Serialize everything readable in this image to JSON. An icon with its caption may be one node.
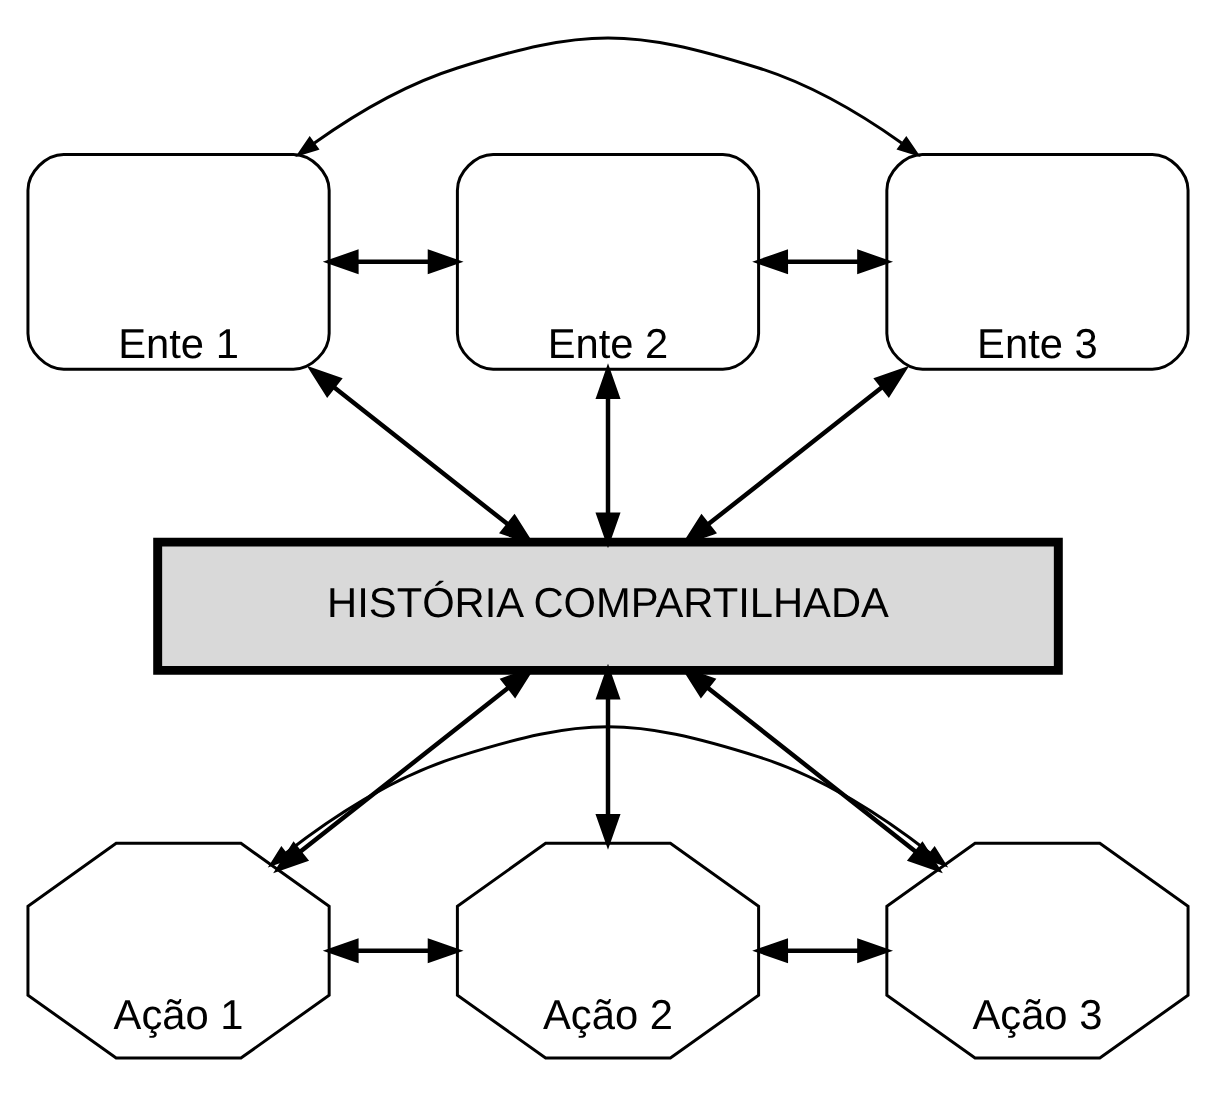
{
  "diagram": {
    "nodes": [
      {
        "text": [
          "Ente 1"
        ]
      },
      {
        "text": [
          "Ente 2"
        ]
      },
      {
        "text": [
          "Ente 3"
        ]
      },
      {
        "text": [
          "HISTÓRIA COMPARTILHADA"
        ]
      },
      {
        "text": [
          "Ação 1"
        ]
      },
      {
        "text": [
          "Ação 2"
        ]
      },
      {
        "text": [
          "Ação 3"
        ]
      }
    ],
    "edges": [
      {
        "from": 0,
        "to": 1,
        "arrow": "both"
      },
      {
        "from": 1,
        "to": 2,
        "arrow": "both"
      },
      {
        "from": 0,
        "to": 2,
        "arrow": "both"
      },
      {
        "from": 0,
        "to": 3,
        "arrow": "both"
      },
      {
        "from": 1,
        "to": 3,
        "arrow": "both"
      },
      {
        "from": 2,
        "to": 3,
        "arrow": "both"
      },
      {
        "from": 3,
        "to": 4,
        "arrow": "both"
      },
      {
        "from": 3,
        "to": 5,
        "arrow": "both"
      },
      {
        "from": 3,
        "to": 6,
        "arrow": "both"
      },
      {
        "from": 4,
        "to": 5,
        "arrow": "both"
      },
      {
        "from": 5,
        "to": 6,
        "arrow": "both"
      },
      {
        "from": 4,
        "to": 6,
        "arrow": "both"
      }
    ]
  }
}
